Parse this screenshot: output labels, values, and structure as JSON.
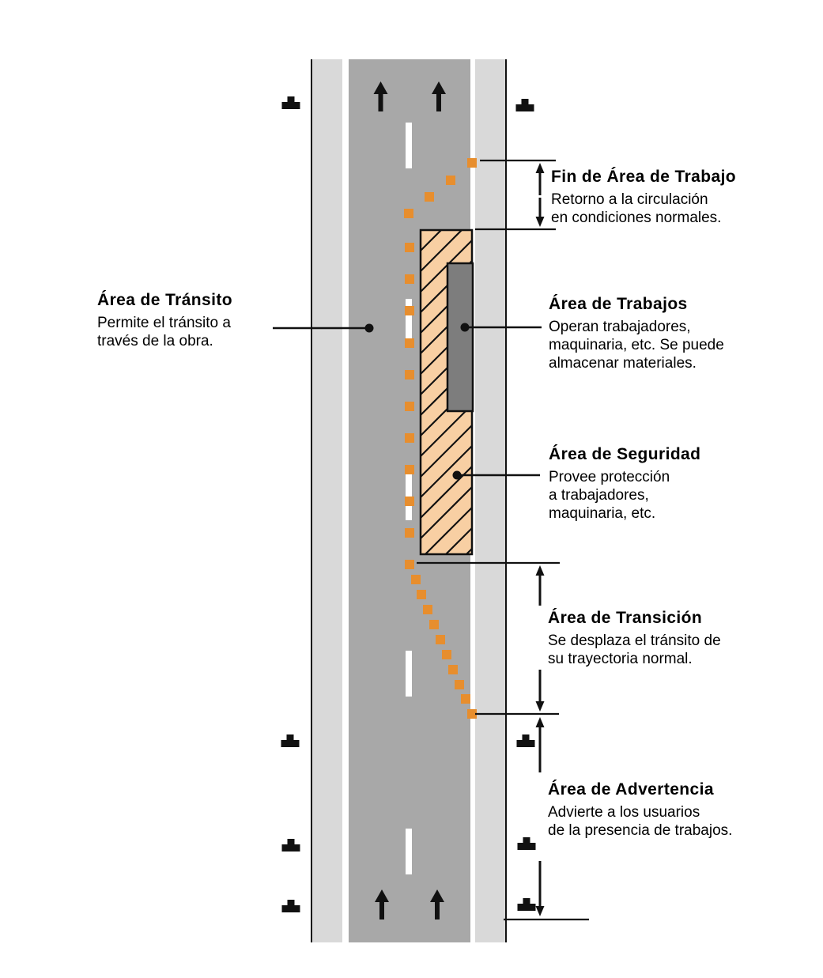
{
  "diagram": {
    "description": "Esquema de zonas de trabajos en la vía",
    "colors": {
      "background": "#ffffff",
      "shoulder": "#d9d9d9",
      "roadway": "#a8a8a8",
      "edge_line": "#ffffff",
      "lane_dash": "#ffffff",
      "cone": "#e78e2e",
      "safety_area_fill": "#f8cfa3",
      "work_area_fill": "#7d7d7d",
      "ink": "#111111"
    },
    "labels": {
      "fin": {
        "title": "Fin de Área de Trabajo",
        "lines": [
          "Retorno a la circulación",
          "en condiciones normales."
        ]
      },
      "transito": {
        "title": "Área de Tránsito",
        "lines": [
          "Permite el tránsito a",
          "través de la obra."
        ]
      },
      "trabajos": {
        "title": "Área de Trabajos",
        "lines": [
          "Operan trabajadores,",
          "maquinaria, etc. Se puede",
          "almacenar materiales."
        ]
      },
      "seguridad": {
        "title": "Área de Seguridad",
        "lines": [
          "Provee protección",
          "a trabajadores,",
          "maquinaria, etc."
        ]
      },
      "transicion": {
        "title": "Área de Transición",
        "lines": [
          "Se desplaza el tránsito de",
          "su trayectoria normal."
        ]
      },
      "advertencia": {
        "title": "Área de Advertencia",
        "lines": [
          "Advierte a los usuarios",
          "de la presencia de trabajos."
        ]
      }
    },
    "icons": {
      "direction_arrow": "up-arrow-icon",
      "cone_marker": "traffic-cone-marker",
      "post_marker": "delineator-post-icon"
    }
  }
}
